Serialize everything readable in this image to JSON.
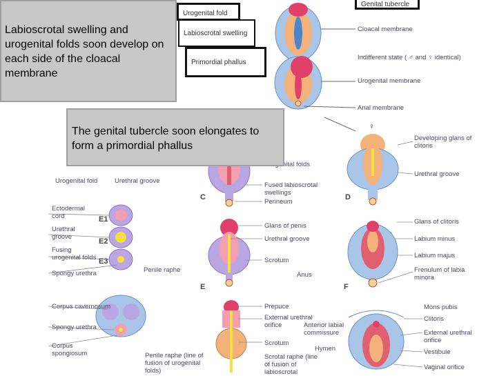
{
  "callouts": {
    "labioscrotal": "Labioscrotal swelling and urogenital folds soon develop on each side of the cloacal membrane",
    "genital_tubercle": "The genital tubercle soon elongates to form a primordial phallus"
  },
  "boxed_labels": {
    "urogenital_fold": "Urogenital fold",
    "labioscrotal_swelling": "Labioscrotal swelling",
    "primordial_phallus": "Primordial phallus",
    "genital_tubercle": "Genital tubercle"
  },
  "stage_a_labels": {
    "cloacal_membrane": "Cloacal membrane",
    "indifferent_state": "Indifferent state ( ♂ and ♀ identical)",
    "urogenital_membrane": "Urogenital membrane",
    "anal_membrane": "Anal membrane",
    "female_symbol": "♀"
  },
  "stage_c_labels": {
    "urogenital_folds": "Urogenital folds",
    "urethral_groove_left": "Urethral groove",
    "urogenital_fold_left": "Urogenital fold",
    "fused_labioscrotal": "Fused labioscrotal swellings",
    "perineum": "Perineum",
    "letter_c": "C",
    "letter_d": "D"
  },
  "stage_d_labels": {
    "developing_glans": "Developing glans of clitoris",
    "urethral_groove": "Urethral groove"
  },
  "stage_e_labels": {
    "ectodermal_cord": "Ectodermal cord",
    "urethral_groove": "Urethral groove",
    "fusing_folds": "Fusing urogenital folds",
    "spongy_urethra": "Spongy urethra",
    "e1": "E1",
    "e2": "E2",
    "e3": "E3",
    "glans_penis": "Glans of penis",
    "urethral_groove_mid": "Urethral groove",
    "scrotum": "Scrotum",
    "penile_raphe": "Penile raphe",
    "anus": "Anus",
    "letter_e": "E",
    "letter_f": "F"
  },
  "stage_f_labels": {
    "glans_clitoris": "Glans of clitoris",
    "labium_minus": "Labium minus",
    "labium_majus": "Labium majus",
    "frenulum": "Frenulum of labia minora"
  },
  "stage_g_labels": {
    "corpus_cavernosum": "Corpus cavernosum",
    "spongy_urethra": "Spongy urethra",
    "corpus_spongiosum": "Corpus spongiosum",
    "prepuce": "Prepuce",
    "external_urethral_orifice": "External urethral orifice",
    "scrotum": "Scrotum",
    "penile_raphe": "Penile raphe (line of fusion of urogenital folds)",
    "scrotal_raphe": "Scrotal raphe (line of fusion of labioscrotal",
    "anterior_commissure": "Anterior labial commissure",
    "hymen": "Hymen",
    "mons_pubis": "Mons pubis",
    "clitoris": "Clitoris",
    "external_urethral_orifice_f": "External urethral orifice",
    "vestibule": "Vestibule",
    "vaginal_orifice": "Vaginal orifice"
  }
}
